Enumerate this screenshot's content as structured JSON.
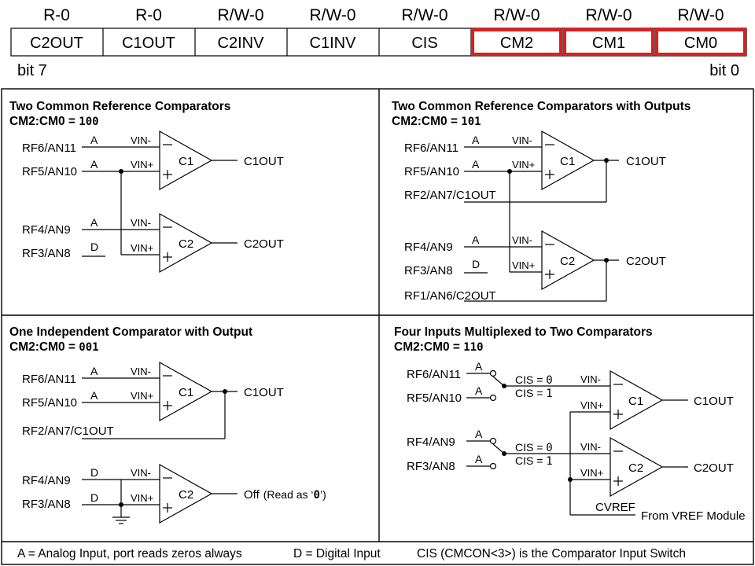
{
  "register": {
    "bits": [
      {
        "access": "R-0",
        "name": "C2OUT"
      },
      {
        "access": "R-0",
        "name": "C1OUT"
      },
      {
        "access": "R/W-0",
        "name": "C2INV"
      },
      {
        "access": "R/W-0",
        "name": "C1INV"
      },
      {
        "access": "R/W-0",
        "name": "CIS"
      },
      {
        "access": "R/W-0",
        "name": "CM2"
      },
      {
        "access": "R/W-0",
        "name": "CM1"
      },
      {
        "access": "R/W-0",
        "name": "CM0"
      }
    ],
    "highlight_color": "#e31b1b",
    "bit_high": "bit 7",
    "bit_low": "bit 0"
  },
  "panels": {
    "p1": {
      "title": "Two Common Reference Comparators",
      "mode_prefix": "CM2:CM0 = ",
      "mode_code": "100",
      "pins": [
        "RF6/AN11",
        "RF5/AN10",
        "RF4/AN9",
        "RF3/AN8"
      ],
      "types": [
        "A",
        "A",
        "A",
        "D"
      ],
      "vin_minus": "VIN-",
      "vin_plus": "VIN+",
      "c1": "C1",
      "c2": "C2",
      "out1": "C1OUT",
      "out2": "C2OUT"
    },
    "p2": {
      "title": "Two Common Reference Comparators with Outputs",
      "mode_prefix": "CM2:CM0 = ",
      "mode_code": "101",
      "pins": [
        "RF6/AN11",
        "RF5/AN10",
        "RF2/AN7/C1OUT",
        "RF4/AN9",
        "RF3/AN8",
        "RF1/AN6/C2OUT"
      ],
      "types": [
        "A",
        "A",
        "A",
        "D"
      ],
      "vin_minus": "VIN-",
      "vin_plus": "VIN+",
      "c1": "C1",
      "c2": "C2",
      "out1": "C1OUT",
      "out2": "C2OUT"
    },
    "p3": {
      "title": "One Independent Comparator with Output",
      "mode_prefix": "CM2:CM0 = ",
      "mode_code": "001",
      "pins": [
        "RF6/AN11",
        "RF5/AN10",
        "RF2/AN7/C1OUT",
        "RF4/AN9",
        "RF3/AN8"
      ],
      "types": [
        "A",
        "A",
        "D",
        "D"
      ],
      "vin_minus": "VIN-",
      "vin_plus": "VIN+",
      "c1": "C1",
      "c2": "C2",
      "out1": "C1OUT",
      "out2_off": "Off",
      "out2_note_prefix": "(Read as ‘",
      "out2_note_code": "0",
      "out2_note_suffix": "’)"
    },
    "p4": {
      "title": "Four Inputs Multiplexed to Two Comparators",
      "mode_prefix": "CM2:CM0 = ",
      "mode_code": "110",
      "pins": [
        "RF6/AN11",
        "RF5/AN10",
        "RF4/AN9",
        "RF3/AN8"
      ],
      "types": [
        "A",
        "A",
        "A",
        "A"
      ],
      "cis0_prefix": "CIS = ",
      "cis0_val": "0",
      "cis1_prefix": "CIS = ",
      "cis1_val": "1",
      "vin_minus": "VIN-",
      "vin_plus": "VIN+",
      "c1": "C1",
      "c2": "C2",
      "out1": "C1OUT",
      "out2": "C2OUT",
      "cvref": "CVREF",
      "from_vref": "From VREF Module"
    }
  },
  "footer": {
    "analog": "A = Analog Input, port reads zeros always",
    "digital": "D = Digital Input",
    "cis": "CIS (CMCON<3>) is the Comparator Input Switch"
  }
}
